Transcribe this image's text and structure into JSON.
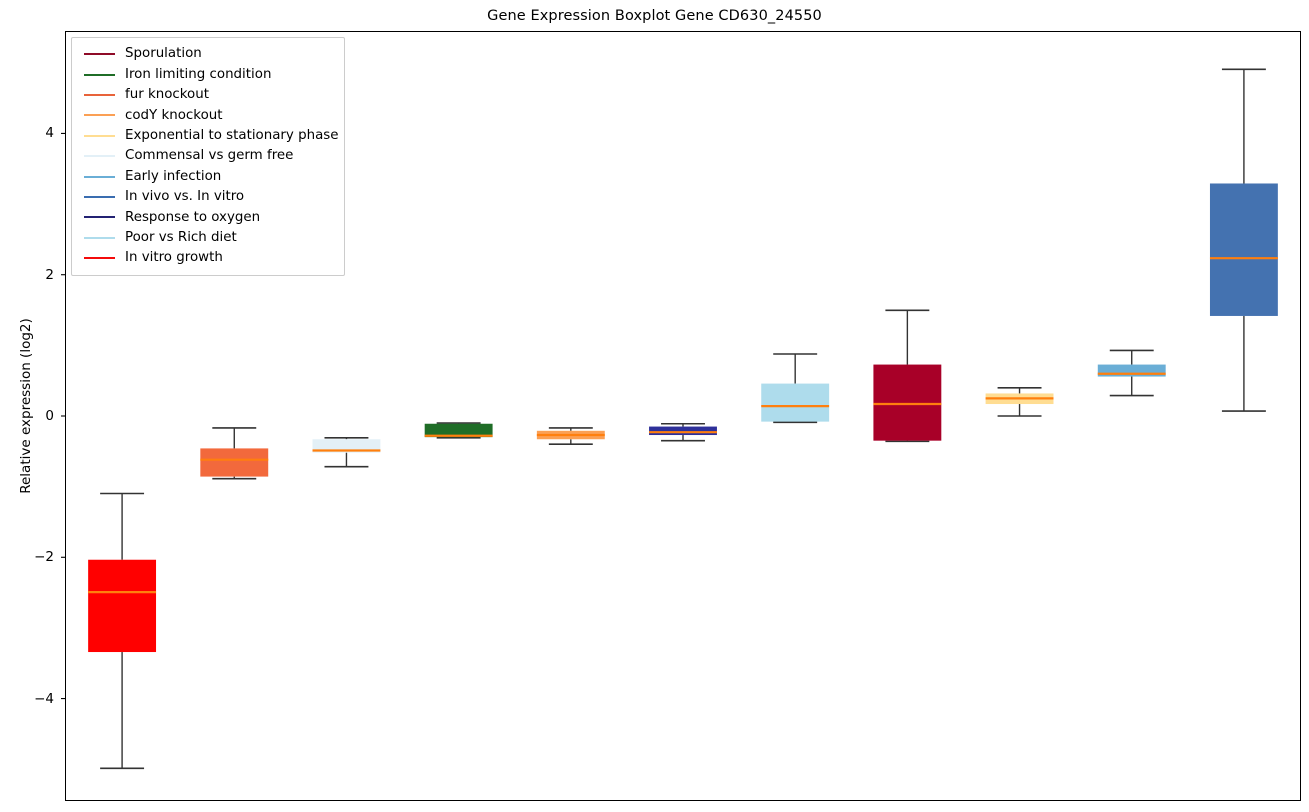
{
  "chart_data": {
    "type": "box",
    "title": "Gene Expression Boxplot Gene CD630_24550",
    "xlabel": "",
    "ylabel": "Relative expression (log2)",
    "ylim": [
      -5.45,
      5.45
    ],
    "yticks": [
      4,
      2,
      0,
      -2,
      -4
    ],
    "ytick_labels": [
      "4",
      "2",
      "0",
      "−2",
      "−4"
    ],
    "grid": false,
    "legend_position": "upper left",
    "median_color": "#ff7f0e",
    "whisker_color": "#333333",
    "frame_color": "#000000",
    "boxes": [
      {
        "name": "In vitro growth",
        "color": "#ff0000",
        "whisker_low": -5.0,
        "q1": -3.35,
        "median": -2.5,
        "q3": -2.04,
        "whisker_high": -1.1
      },
      {
        "name": "fur knockout",
        "color": "#f2693c",
        "whisker_low": -0.89,
        "q1": -0.86,
        "median": -0.62,
        "q3": -0.46,
        "whisker_high": -0.17
      },
      {
        "name": "Commensal vs germ free",
        "color": "#e3f0f7",
        "whisker_low": -0.72,
        "q1": -0.52,
        "median": -0.49,
        "q3": -0.33,
        "whisker_high": -0.31
      },
      {
        "name": "Iron limiting condition",
        "color": "#1f6d27",
        "whisker_low": -0.31,
        "q1": -0.3,
        "median": -0.28,
        "q3": -0.11,
        "whisker_high": -0.1
      },
      {
        "name": "codY knockout",
        "color": "#fba055",
        "whisker_low": -0.4,
        "q1": -0.33,
        "median": -0.27,
        "q3": -0.21,
        "whisker_high": -0.17
      },
      {
        "name": "Response to oxygen",
        "color": "#2e309a",
        "whisker_low": -0.35,
        "q1": -0.27,
        "median": -0.23,
        "q3": -0.15,
        "whisker_high": -0.11
      },
      {
        "name": "Poor vs Rich diet",
        "color": "#aedcec",
        "whisker_low": -0.09,
        "q1": -0.08,
        "median": 0.14,
        "q3": 0.46,
        "whisker_high": 0.88
      },
      {
        "name": "Sporulation",
        "color": "#a80028",
        "whisker_low": -0.36,
        "q1": -0.35,
        "median": 0.17,
        "q3": 0.73,
        "whisker_high": 1.5
      },
      {
        "name": "Exponential to stationary phase",
        "color": "#ffdd92",
        "whisker_low": 0.0,
        "q1": 0.17,
        "median": 0.25,
        "q3": 0.32,
        "whisker_high": 0.4
      },
      {
        "name": "Early infection",
        "color": "#6aaed6",
        "whisker_low": 0.29,
        "q1": 0.56,
        "median": 0.6,
        "q3": 0.73,
        "whisker_high": 0.93
      },
      {
        "name": "In vivo vs. In vitro",
        "color": "#4472b0",
        "whisker_low": 0.07,
        "q1": 1.42,
        "median": 2.24,
        "q3": 3.3,
        "whisker_high": 4.92
      }
    ]
  },
  "legend": {
    "items": [
      {
        "label": "Sporulation",
        "color": "#8f0b28"
      },
      {
        "label": "Iron limiting condition",
        "color": "#1f6d27"
      },
      {
        "label": "fur knockout",
        "color": "#e8633a"
      },
      {
        "label": "codY knockout",
        "color": "#fba055"
      },
      {
        "label": "Exponential to stationary phase",
        "color": "#ffdd92"
      },
      {
        "label": "Commensal vs germ free",
        "color": "#e3f0f7"
      },
      {
        "label": "Early infection",
        "color": "#6aaed6"
      },
      {
        "label": "In vivo vs. In vitro",
        "color": "#3a6db0"
      },
      {
        "label": "Response to oxygen",
        "color": "#232273"
      },
      {
        "label": "Poor vs Rich diet",
        "color": "#aedcec"
      },
      {
        "label": "In vitro growth",
        "color": "#f40b0b"
      }
    ]
  }
}
